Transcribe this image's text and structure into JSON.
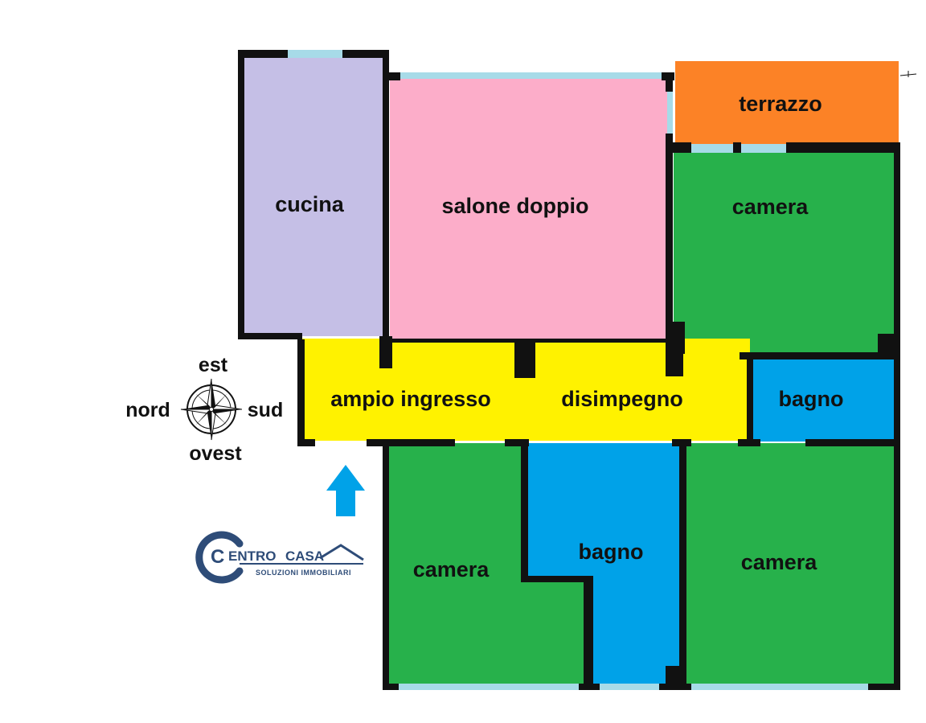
{
  "colors": {
    "kitchen": "#c5bfe6",
    "living": "#fcadc9",
    "terrace": "#fc8226",
    "bedroom": "#27b14b",
    "bathroom": "#00a2e8",
    "hall": "#fff200",
    "wall": "#111111",
    "window": "#a7dbe8",
    "arrow": "#00a2e8",
    "logo": "#2e4c78"
  },
  "rooms": {
    "cucina": "cucina",
    "salone": "salone doppio",
    "terrazzo": "terrazzo",
    "camera_top": "camera",
    "ingresso": "ampio ingresso",
    "disimpegno": "disimpegno",
    "bagno_right": "bagno",
    "camera_bottom_left": "camera",
    "bagno_center": "bagno",
    "camera_bottom_right": "camera"
  },
  "compass": {
    "north": "nord",
    "south": "sud",
    "east": "est",
    "west": "ovest",
    "icon": "compass-rose-icon"
  },
  "entrance_arrow": {
    "icon": "arrow-up-icon"
  },
  "logo": {
    "brand_c": "C",
    "brand_main": "ENTRO",
    "brand_casa": "CASA",
    "tagline": "SOLUZIONI IMMOBILIARI"
  }
}
